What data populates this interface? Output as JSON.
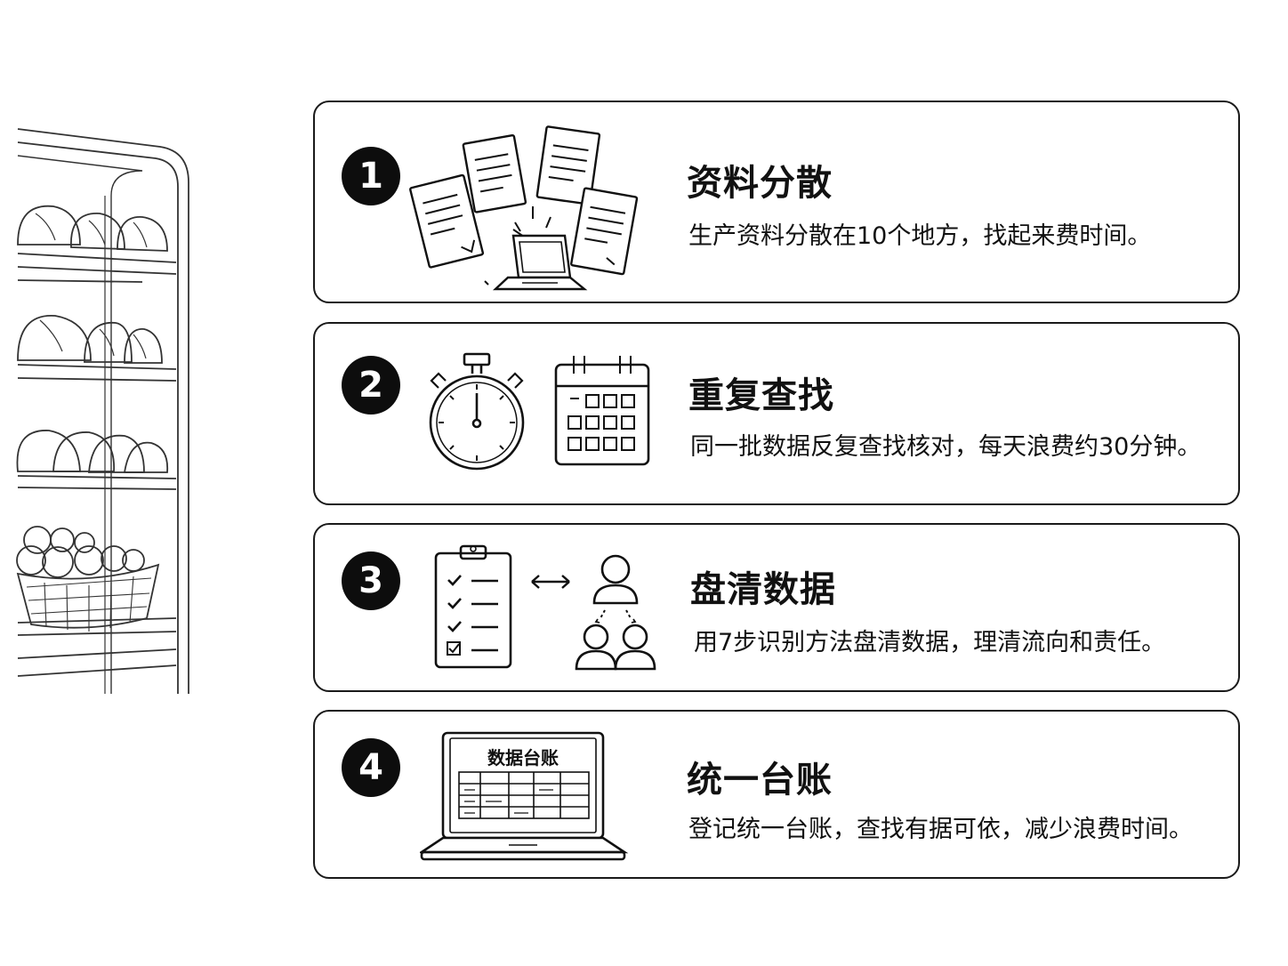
{
  "steps": [
    {
      "number": "1",
      "title": "资料分散",
      "description": "生产资料分散在10个地方，找起来费时间。",
      "icon": "scattered-documents-laptop-icon"
    },
    {
      "number": "2",
      "title": "重复查找",
      "description": "同一批数据反复查找核对，每天浪费约30分钟。",
      "icon": "stopwatch-calendar-icon"
    },
    {
      "number": "3",
      "title": "盘清数据",
      "description": "用7步识别方法盘清数据，理清流向和责任。",
      "icon": "checklist-people-icon"
    },
    {
      "number": "4",
      "title": "统一台账",
      "description": "登记统一台账，查找有据可依，减少浪费时间。",
      "icon": "laptop-ledger-icon",
      "screen_label": "数据台账"
    }
  ],
  "colors": {
    "ink": "#111111",
    "border": "#1a1a1a",
    "background": "#ffffff"
  }
}
